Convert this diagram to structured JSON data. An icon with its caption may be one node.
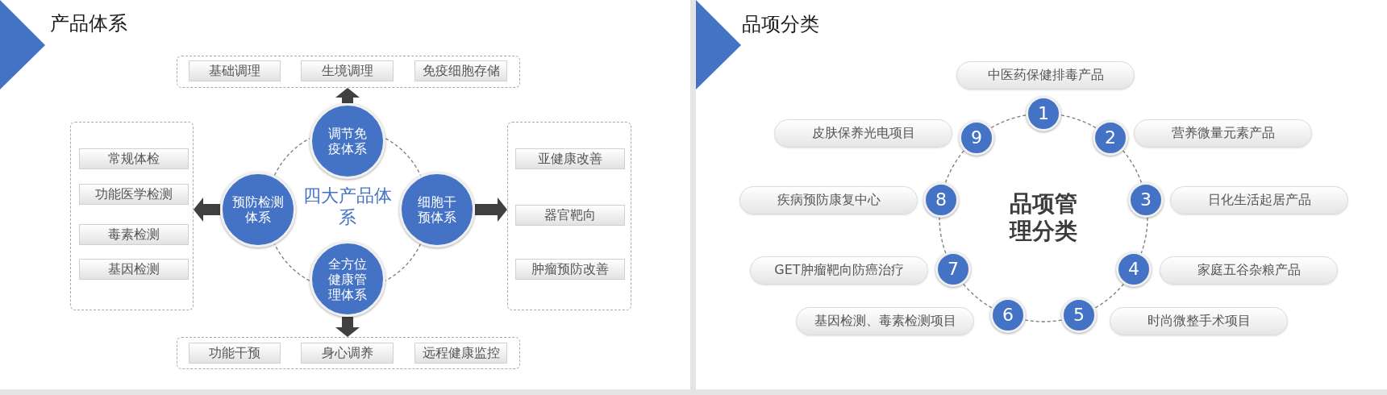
{
  "diagram": {
    "nodes": [
      {
        "text": [],
        "shape": "box"
      },
      {
        "text": [
          "基础调理"
        ],
        "in": 0
      },
      {
        "text": [
          "生境调理"
        ],
        "in": 0
      },
      {
        "text": [
          "免疫细胞存储"
        ],
        "in": 0
      },
      {
        "text": [
          "调节免疫体系"
        ]
      },
      {
        "text": [],
        "shape": "box"
      },
      {
        "text": [
          "常规体检"
        ],
        "in": 5
      },
      {
        "text": [
          "功能医学检测"
        ],
        "in": 5
      },
      {
        "text": [
          "毒素检测"
        ],
        "in": 5
      },
      {
        "text": [
          "基因检测"
        ],
        "in": 5
      },
      {
        "text": [
          "预防检测体系"
        ]
      },
      {
        "text": [
          "细胞干预体系"
        ]
      },
      {
        "text": [],
        "shape": "box"
      },
      {
        "text": [
          "亚健康改善"
        ],
        "in": 12
      },
      {
        "text": [
          "器官靶向"
        ],
        "in": 12
      },
      {
        "text": [
          "肿瘤预防改善"
        ],
        "in": 12
      },
      {
        "text": [
          "全方位健康管理体系"
        ]
      },
      {
        "text": [],
        "shape": "box"
      },
      {
        "text": [
          "功能干预"
        ],
        "in": 17
      },
      {
        "text": [
          "身心调养"
        ],
        "in": 17
      },
      {
        "text": [
          "远程健康监控"
        ],
        "in": 17
      },
      {
        "text": [
          "中医药保健排毒产品"
        ]
      },
      {
        "text": [
          "1"
        ]
      },
      {
        "text": [
          "皮肤保养光电项目"
        ]
      },
      {
        "text": [
          "9"
        ]
      },
      {
        "text": [
          "2"
        ]
      },
      {
        "text": [
          "营养微量元素产品"
        ]
      },
      {
        "text": [
          "疾病预防康复中心"
        ]
      },
      {
        "text": [
          "8"
        ]
      },
      {
        "text": [
          "3"
        ]
      },
      {
        "text": [
          "日化生活起居产品"
        ]
      },
      {
        "text": [
          "GET肿瘤靶向防癌治疗"
        ]
      },
      {
        "text": [
          "7"
        ]
      },
      {
        "text": [
          "4"
        ]
      },
      {
        "text": [
          "家庭五谷杂粮产品"
        ]
      },
      {
        "text": [
          "基因检测、毒素检测项目"
        ]
      },
      {
        "text": [
          "6"
        ]
      },
      {
        "text": [
          "5"
        ]
      },
      {
        "text": [
          "时尚微整手术项目"
        ]
      }
    ],
    "edges": [
      {
        "from": 4,
        "to": 0,
        "arrow": "to",
        "style": "thick",
        "color": "#404040"
      },
      {
        "from": 10,
        "to": 5,
        "arrow": "to",
        "style": "thick",
        "color": "#404040"
      },
      {
        "from": 11,
        "to": 12,
        "arrow": "to",
        "style": "thick",
        "color": "#404040"
      },
      {
        "from": 16,
        "to": 17,
        "arrow": "to",
        "style": "thick",
        "color": "#404040"
      },
      {
        "from": 4,
        "to": 11,
        "arrow": "none",
        "style": "dashed"
      },
      {
        "from": 11,
        "to": 16,
        "arrow": "none",
        "style": "dashed"
      },
      {
        "from": 16,
        "to": 10,
        "arrow": "none",
        "style": "dashed"
      },
      {
        "from": 10,
        "to": 4,
        "arrow": "none",
        "style": "dashed"
      },
      {
        "from": 22,
        "to": 25,
        "arrow": "none",
        "style": "dashed"
      },
      {
        "from": 25,
        "to": 29,
        "arrow": "none",
        "style": "dashed"
      },
      {
        "from": 29,
        "to": 33,
        "arrow": "none",
        "style": "dashed"
      },
      {
        "from": 33,
        "to": 37,
        "arrow": "none",
        "style": "dashed"
      },
      {
        "from": 37,
        "to": 36,
        "arrow": "none",
        "style": "dashed"
      },
      {
        "from": 36,
        "to": 32,
        "arrow": "none",
        "style": "dashed"
      },
      {
        "from": 32,
        "to": 28,
        "arrow": "none",
        "style": "dashed"
      },
      {
        "from": 28,
        "to": 24,
        "arrow": "none",
        "style": "dashed"
      },
      {
        "from": 24,
        "to": 22,
        "arrow": "none",
        "style": "dashed"
      }
    ],
    "labels": [
      "产品体系",
      "四大产品体系",
      "品项分类",
      "品项管理分类"
    ]
  }
}
